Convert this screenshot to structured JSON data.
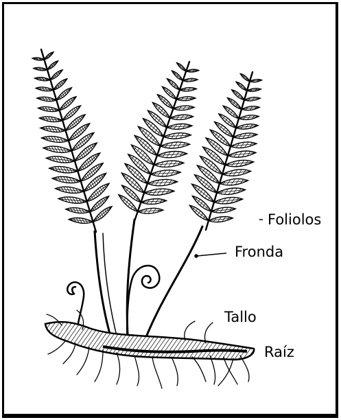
{
  "diagram": {
    "labels": {
      "foliolos": "Foliolos",
      "fronda": "Fronda",
      "tallo": "Tallo",
      "raiz": "Raíz"
    }
  }
}
